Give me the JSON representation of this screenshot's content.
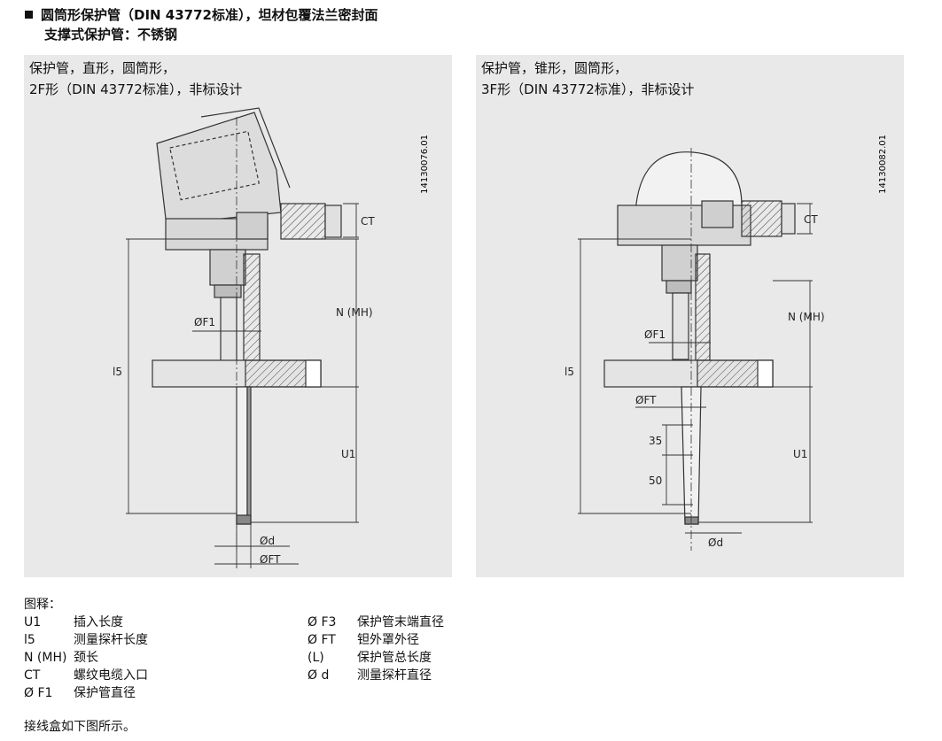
{
  "heading": {
    "line1": "圆筒形保护管（DIN 43772标准），坦材包覆法兰密封面",
    "line2": "支撑式保护管：不锈钢"
  },
  "left_panel": {
    "caption_line1": "保护管，直形，圆筒形，",
    "caption_line2": "2F形（DIN 43772标准），非标设计",
    "drawing_id": "14130076.01",
    "labels": {
      "ct": "CT",
      "f1": "ØF1",
      "n": "N (MH)",
      "l5": "l5",
      "u1": "U1",
      "d": "Ød",
      "ft": "ØFT"
    }
  },
  "right_panel": {
    "caption_line1": "保护管，锥形，圆筒形，",
    "caption_line2": "3F形（DIN 43772标准），非标设计",
    "drawing_id": "14130082.01",
    "labels": {
      "ct": "CT",
      "f1": "ØF1",
      "ft": "ØFT",
      "n": "N (MH)",
      "l5": "l5",
      "u1": "U1",
      "d35": "35",
      "d50": "50",
      "d": "Ød"
    }
  },
  "legend": {
    "title": "图释：",
    "col1": [
      {
        "sym": "U1",
        "desc": "插入长度"
      },
      {
        "sym": "l5",
        "desc": "测量探杆长度"
      },
      {
        "sym": "N (MH)",
        "desc": "颈长"
      },
      {
        "sym": "CT",
        "desc": "螺纹电缆入口"
      },
      {
        "sym": "Ø F1",
        "desc": "保护管直径"
      }
    ],
    "col2": [
      {
        "sym": "Ø F3",
        "desc": "保护管末端直径"
      },
      {
        "sym": "Ø FT",
        "desc": "钽外罩外径"
      },
      {
        "sym": "(L)",
        "desc": "保护管总长度"
      },
      {
        "sym": "Ø d",
        "desc": "测量探杆直径"
      }
    ]
  },
  "footer": "接线盒如下图所示。"
}
